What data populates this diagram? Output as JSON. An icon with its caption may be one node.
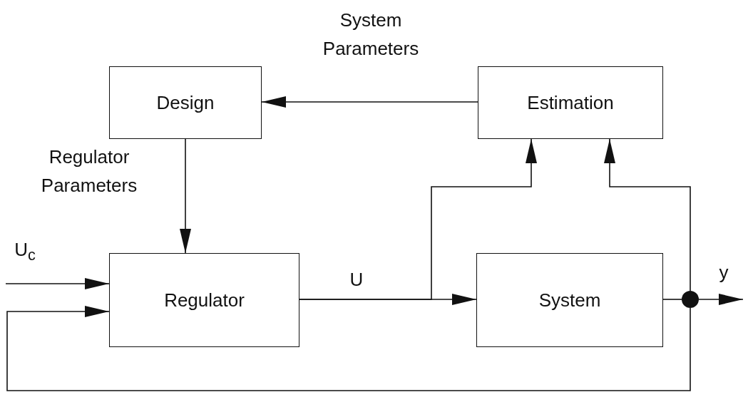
{
  "diagram": {
    "nodes": [
      {
        "text": [
          "Design"
        ]
      },
      {
        "text": [
          "Estimation"
        ]
      },
      {
        "text": [
          "Regulator"
        ]
      },
      {
        "text": [
          "System"
        ]
      },
      {
        "text": [],
        "shape": "circle"
      }
    ],
    "edges": [
      {
        "from": 1,
        "to": 0,
        "arrow": "to",
        "label": "System Parameters"
      },
      {
        "from": 0,
        "to": 2,
        "arrow": "to",
        "label": "Regulator Parameters"
      },
      {
        "from": null,
        "to": 2,
        "arrow": "to",
        "label": "U$_{c}$"
      },
      {
        "from": 2,
        "to": 3,
        "arrow": "to",
        "label": "U"
      },
      {
        "from": 2,
        "to": 1,
        "arrow": "to"
      },
      {
        "from": 3,
        "to": 4,
        "arrow": "none"
      },
      {
        "from": 4,
        "to": null,
        "arrow": "to",
        "label": "y"
      },
      {
        "from": 4,
        "to": 1,
        "arrow": "to"
      },
      {
        "from": 4,
        "to": 2,
        "arrow": "to"
      }
    ]
  }
}
